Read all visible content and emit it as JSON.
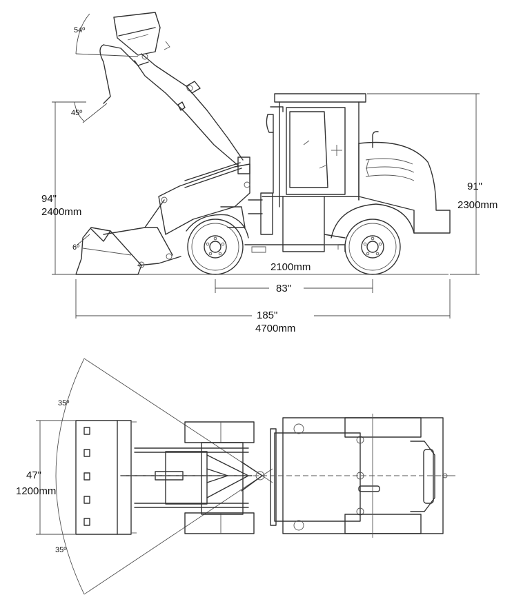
{
  "side_view": {
    "height_in": "94\"",
    "height_mm": "2400mm",
    "cab_height_in": "91\"",
    "cab_height_mm": "2300mm",
    "wheelbase_mm": "2100mm",
    "wheelbase_in": "83\"",
    "length_in": "185\"",
    "length_mm": "4700mm",
    "angle_top": "54º",
    "angle_mid": "45º",
    "angle_low": "6º"
  },
  "top_view": {
    "width_in": "47\"",
    "width_mm": "1200mm",
    "steer_angle_top": "35º",
    "steer_angle_bottom": "35º"
  },
  "colors": {
    "line": "#333333",
    "background": "#ffffff",
    "text": "#111111"
  }
}
